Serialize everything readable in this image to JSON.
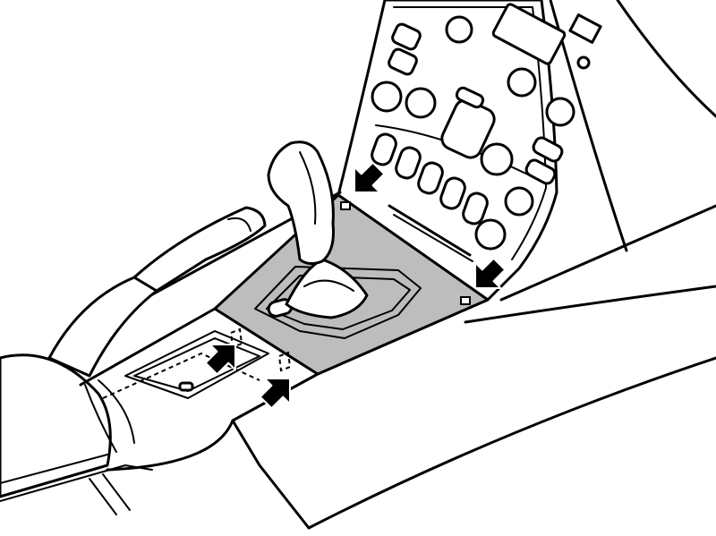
{
  "colors": {
    "background": "#ffffff",
    "line": "#000000",
    "highlight_panel": "#bdbdbd",
    "arrow_fill": "#000000"
  },
  "arrows": [
    {
      "id": "arrow-top-left",
      "direction": "down-left"
    },
    {
      "id": "arrow-top-right",
      "direction": "down-left"
    },
    {
      "id": "arrow-bottom-left",
      "direction": "up-right"
    },
    {
      "id": "arrow-bottom-right",
      "direction": "up-right"
    }
  ]
}
